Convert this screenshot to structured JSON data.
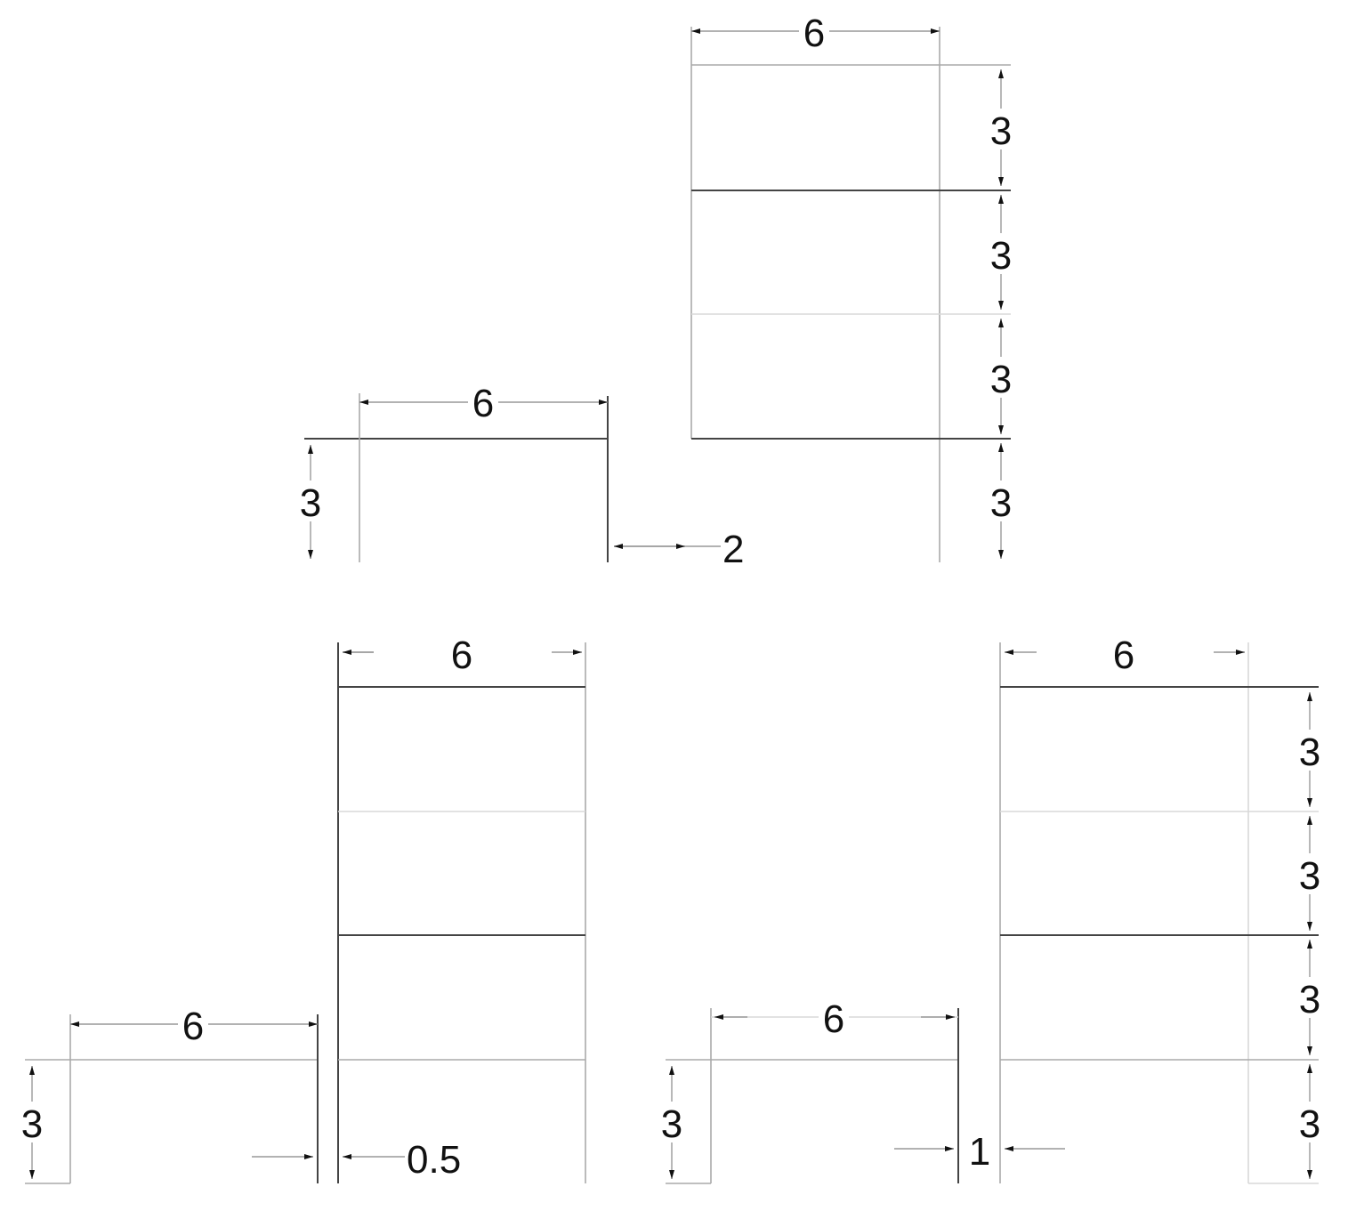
{
  "diagram_1": {
    "left_width": "6",
    "left_height": "3",
    "gap": "2",
    "right_width": "6",
    "right_rows": [
      "3",
      "3",
      "3",
      "3"
    ]
  },
  "diagram_2": {
    "left_width": "6",
    "left_height": "3",
    "gap": "0.5",
    "right_width": "6"
  },
  "diagram_3": {
    "left_width": "6",
    "left_height": "3",
    "gap": "1",
    "right_width": "6",
    "right_rows": [
      "3",
      "3",
      "3",
      "3"
    ]
  }
}
